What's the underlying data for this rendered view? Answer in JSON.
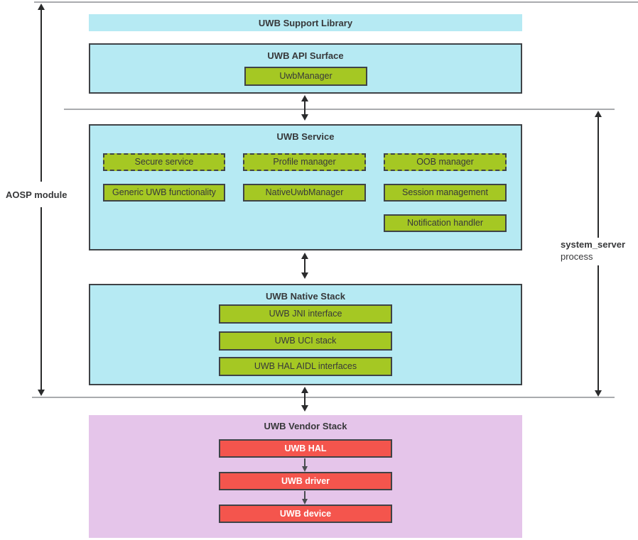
{
  "palette": {
    "cyan": "#B6EAF3",
    "green": "#A5C823",
    "red": "#F4554D",
    "purple": "#E5C5EA",
    "border": "#3F4347",
    "line": "#A9ABAE",
    "arrow": "#2A2B2C",
    "text": "#37383A"
  },
  "annotations": {
    "aosp_module": "AOSP module",
    "system_server": "system_server",
    "process": "process"
  },
  "support_library": {
    "title": "UWB Support Library"
  },
  "api_surface": {
    "title": "UWB API Surface",
    "uwb_manager": "UwbManager"
  },
  "service": {
    "title": "UWB Service",
    "secure_service": "Secure service",
    "profile_manager": "Profile manager",
    "oob_manager": "OOB manager",
    "generic_uwb": "Generic UWB functionality",
    "native_uwb_manager": "NativeUwbManager",
    "session_management": "Session management",
    "notification_handler": "Notification handler"
  },
  "native_stack": {
    "title": "UWB Native Stack",
    "jni": "UWB JNI interface",
    "uci": "UWB UCI stack",
    "hal_aidl": "UWB HAL AIDL interfaces"
  },
  "vendor_stack": {
    "title": "UWB Vendor Stack",
    "hal": "UWB HAL",
    "driver": "UWB driver",
    "device": "UWB device"
  }
}
